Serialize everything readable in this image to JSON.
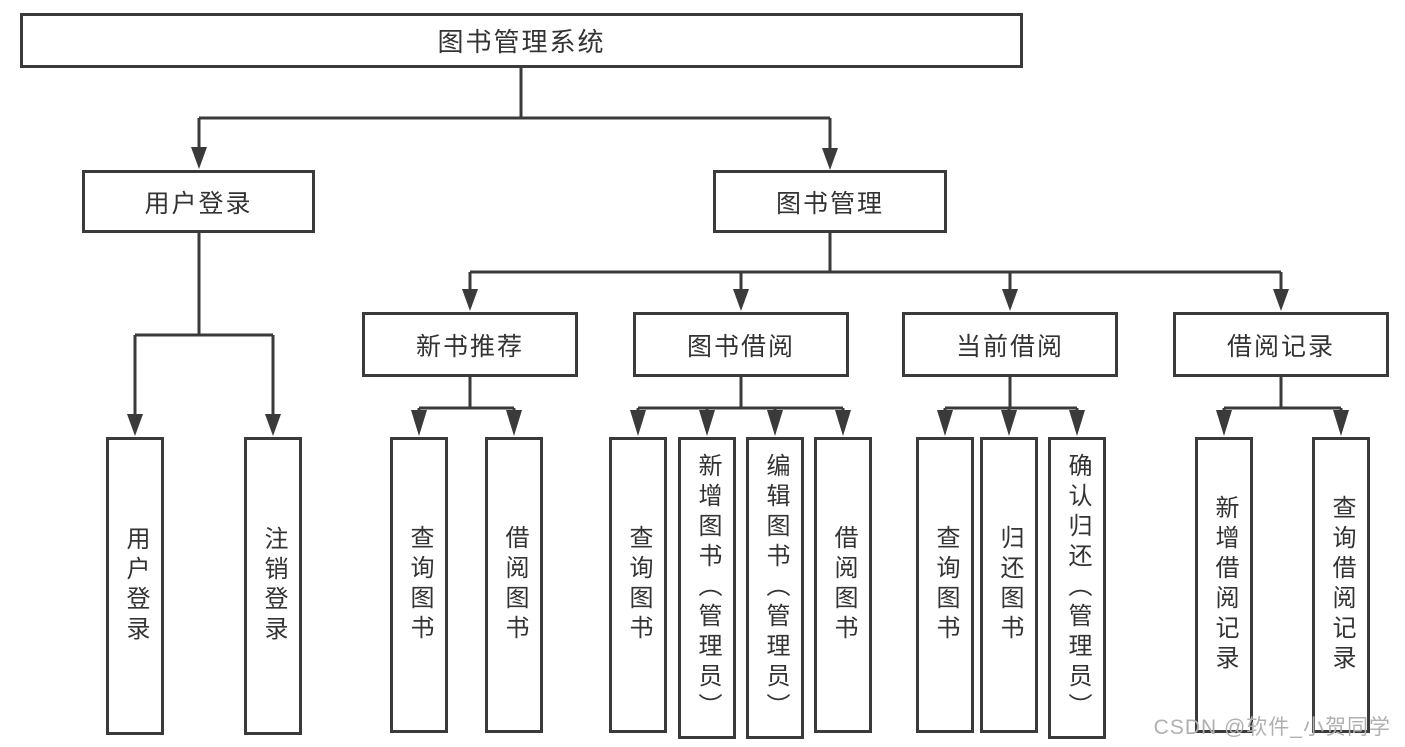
{
  "diagram": {
    "root": {
      "label": "图书管理系统"
    },
    "level1": [
      {
        "label": "用户登录"
      },
      {
        "label": "图书管理"
      }
    ],
    "level2": [
      {
        "label": "新书推荐"
      },
      {
        "label": "图书借阅"
      },
      {
        "label": "当前借阅"
      },
      {
        "label": "借阅记录"
      }
    ],
    "leaves": [
      {
        "label": "用户登录"
      },
      {
        "label": "注销登录"
      },
      {
        "label": "查询图书"
      },
      {
        "label": "借阅图书"
      },
      {
        "label": "查询图书"
      },
      {
        "label": "新增图书（管理员）"
      },
      {
        "label": "编辑图书（管理员）"
      },
      {
        "label": "借阅图书"
      },
      {
        "label": "查询图书"
      },
      {
        "label": "归还图书"
      },
      {
        "label": "确认归还（管理员）"
      },
      {
        "label": "新增借阅记录"
      },
      {
        "label": "查询借阅记录"
      }
    ]
  },
  "watermark": {
    "text": "CSDN @软件_小贺同学"
  },
  "colors": {
    "line": "#3a3a3a",
    "text": "#333333",
    "background": "#ffffff",
    "watermark": "#b0b0b0"
  }
}
